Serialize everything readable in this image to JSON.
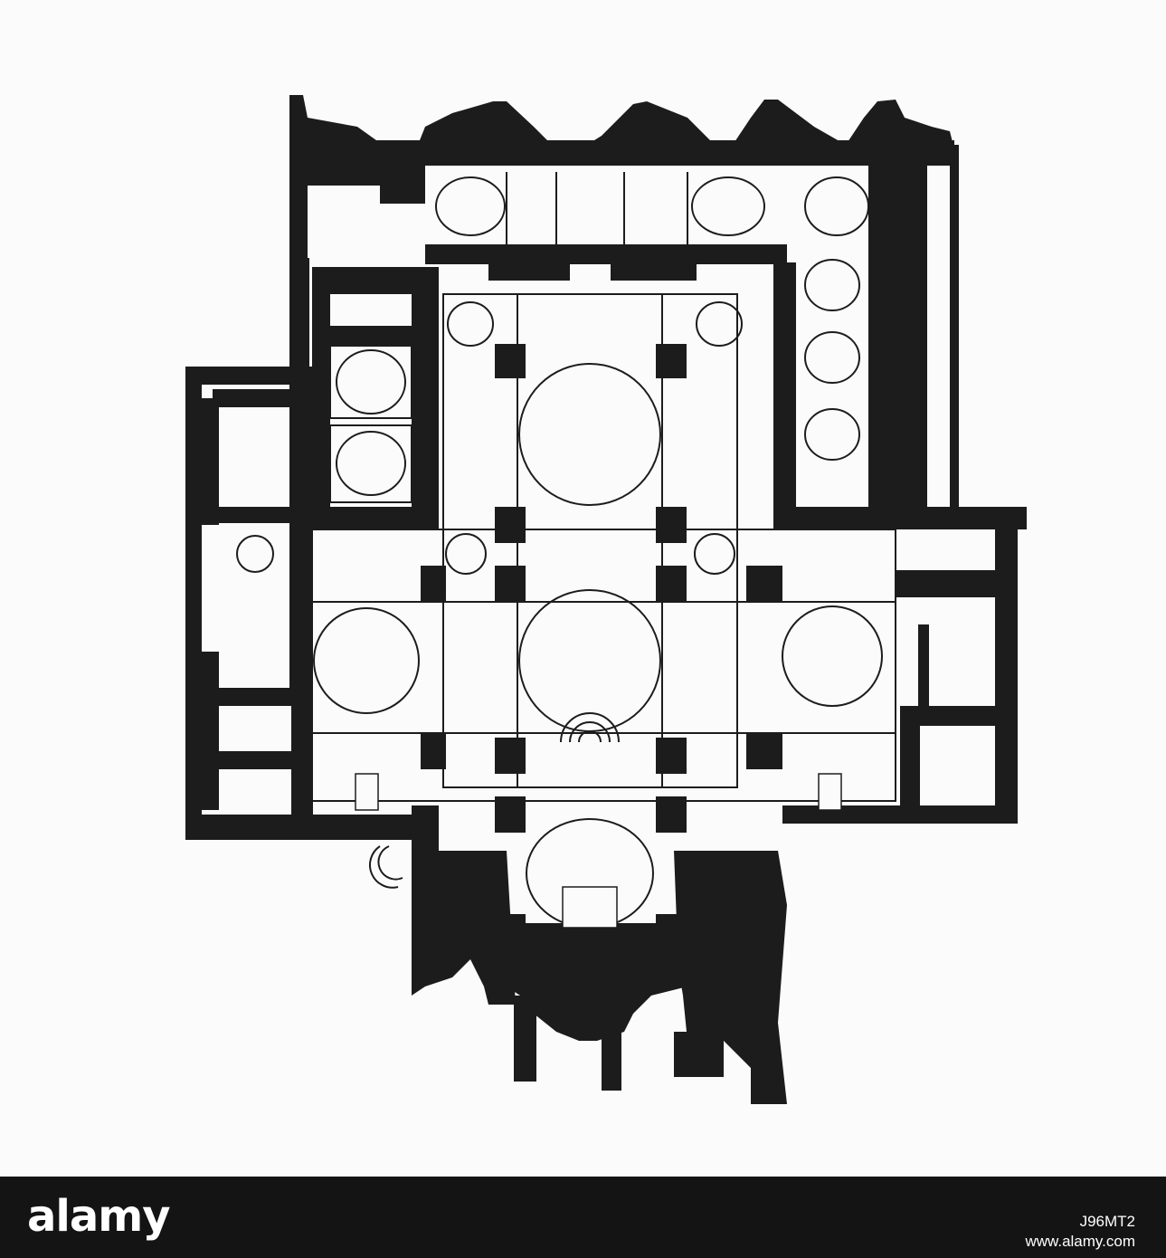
{
  "footer": {
    "brand": "alamy",
    "image_id": "J96MT2",
    "url": "www.alamy.com"
  },
  "colors": {
    "ink": "#1c1c1c",
    "paper": "#fbfbfb",
    "footer_bg": "#141414"
  }
}
